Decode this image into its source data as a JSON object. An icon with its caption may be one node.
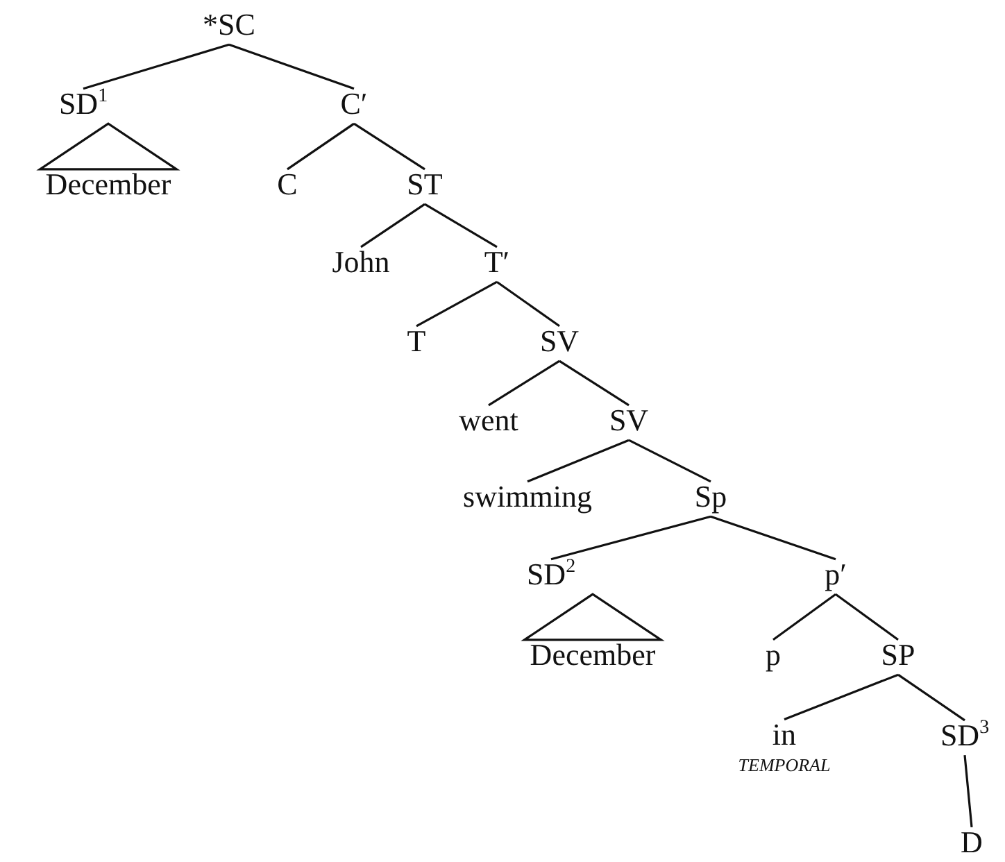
{
  "diagram": {
    "nodes": [
      {
        "text": [
          "*SC"
        ]
      },
      {
        "text": [
          "SD$^{1}$"
        ]
      },
      {
        "text": [
          "December"
        ]
      },
      {
        "text": [
          "C′"
        ]
      },
      {
        "text": [
          "C"
        ]
      },
      {
        "text": [
          "ST"
        ]
      },
      {
        "text": [
          "John"
        ]
      },
      {
        "text": [
          "T′"
        ]
      },
      {
        "text": [
          "T"
        ]
      },
      {
        "text": [
          "SV"
        ]
      },
      {
        "text": [
          "went"
        ]
      },
      {
        "text": [
          "SV"
        ]
      },
      {
        "text": [
          "swimming"
        ]
      },
      {
        "text": [
          "Sp"
        ]
      },
      {
        "text": [
          "SD$^{2}$"
        ]
      },
      {
        "text": [
          "December"
        ]
      },
      {
        "text": [
          "p′"
        ]
      },
      {
        "text": [
          "p"
        ]
      },
      {
        "text": [
          "SP"
        ]
      },
      {
        "text": [
          "in",
          "TEMPORAL"
        ]
      },
      {
        "text": [
          "SD$^{3}$"
        ]
      },
      {
        "text": [
          "D"
        ]
      }
    ],
    "edges": [
      {
        "from": 0,
        "to": 1,
        "arrow": "none"
      },
      {
        "from": 0,
        "to": 3,
        "arrow": "none"
      },
      {
        "from": 1,
        "to": 2,
        "arrow": "none"
      },
      {
        "from": 3,
        "to": 4,
        "arrow": "none"
      },
      {
        "from": 3,
        "to": 5,
        "arrow": "none"
      },
      {
        "from": 5,
        "to": 6,
        "arrow": "none"
      },
      {
        "from": 5,
        "to": 7,
        "arrow": "none"
      },
      {
        "from": 7,
        "to": 8,
        "arrow": "none"
      },
      {
        "from": 7,
        "to": 9,
        "arrow": "none"
      },
      {
        "from": 9,
        "to": 10,
        "arrow": "none"
      },
      {
        "from": 9,
        "to": 11,
        "arrow": "none"
      },
      {
        "from": 11,
        "to": 12,
        "arrow": "none"
      },
      {
        "from": 11,
        "to": 13,
        "arrow": "none"
      },
      {
        "from": 13,
        "to": 14,
        "arrow": "none"
      },
      {
        "from": 13,
        "to": 16,
        "arrow": "none"
      },
      {
        "from": 14,
        "to": 15,
        "arrow": "none"
      },
      {
        "from": 16,
        "to": 17,
        "arrow": "none"
      },
      {
        "from": 16,
        "to": 18,
        "arrow": "none"
      },
      {
        "from": 18,
        "to": 19,
        "arrow": "none"
      },
      {
        "from": 18,
        "to": 20,
        "arrow": "none"
      },
      {
        "from": 20,
        "to": 21,
        "arrow": "none"
      }
    ]
  }
}
